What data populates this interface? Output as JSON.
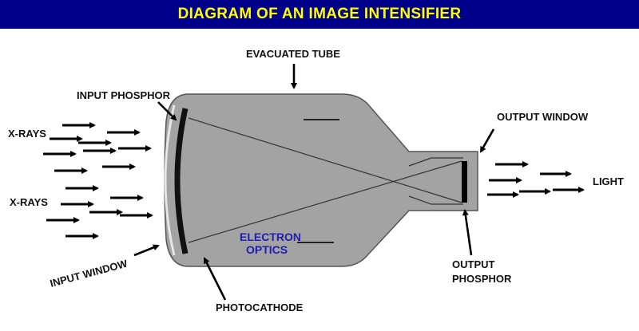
{
  "title": "DIAGRAM OF AN IMAGE INTENSIFIER",
  "labels": {
    "evacuated_tube": "EVACUATED TUBE",
    "input_phosphor": "INPUT PHOSPHOR",
    "xrays_top": "X-RAYS",
    "xrays_bottom": "X-RAYS",
    "input_window": "INPUT WINDOW",
    "photocathode": "PHOTOCATHODE",
    "electron_optics_line1": "ELECTRON",
    "electron_optics_line2": "OPTICS",
    "output_window": "OUTPUT WINDOW",
    "light": "LIGHT",
    "output_phosphor_line1": "OUTPUT",
    "output_phosphor_line2": "PHOSPHOR"
  },
  "colors": {
    "title_background": "#00008b",
    "title_text": "#ffff00",
    "tube_fill": "#a3a3a3",
    "electron_optics_text": "#1f1fb0"
  }
}
